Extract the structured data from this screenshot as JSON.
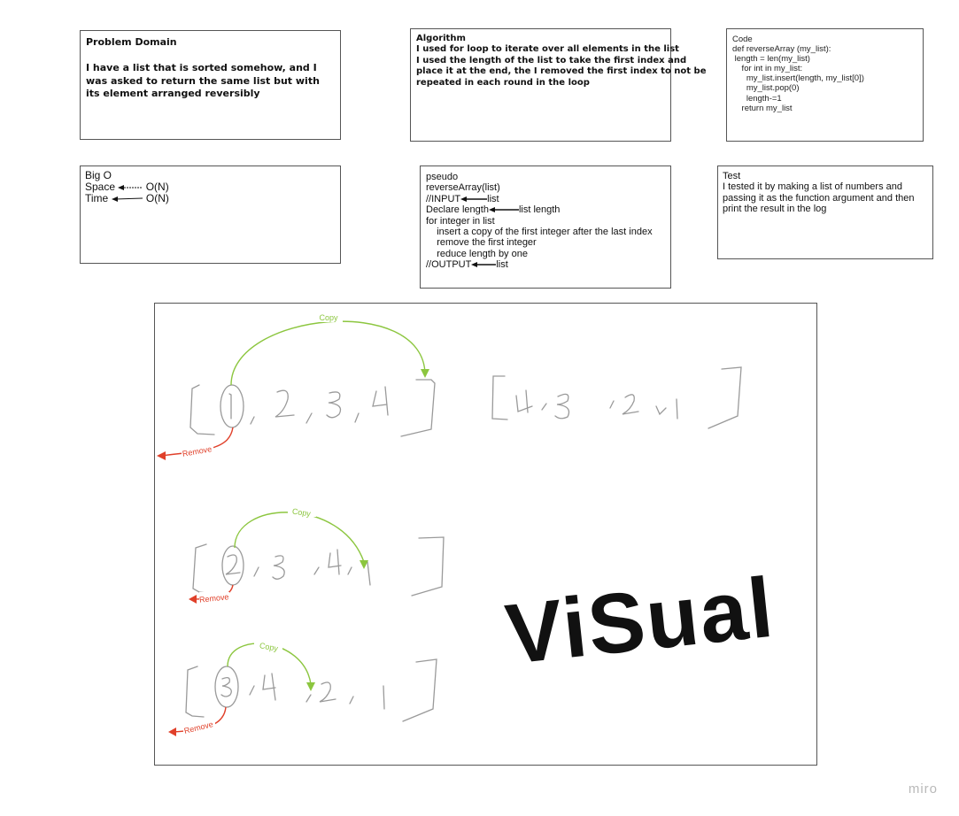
{
  "problem_domain": {
    "title": "Problem Domain",
    "body": "I have a list that is sorted somehow, and I was asked to return the same list but with its element arranged reversibly"
  },
  "algorithm": {
    "lines": [
      "Algorithm",
      "I used for loop to iterate over all elements in the list",
      "I used the length of the list to take the first index and",
      "place it at the end, the I removed the first index to not be",
      "repeated in each round in the loop"
    ]
  },
  "code": {
    "lines": [
      "Code",
      "",
      "def reverseArray (my_list):",
      " length = len(my_list)",
      "    for int in my_list:",
      "      my_list.insert(length, my_list[0])",
      "      my_list.pop(0)",
      "      length-=1",
      "    return my_list"
    ]
  },
  "big_o": {
    "title": "Big O",
    "space_label": "Space",
    "space_value": "O(N)",
    "time_label": "Time",
    "time_value": "O(N)"
  },
  "pseudo": {
    "title": "pseudo",
    "fn": "reverseArray(list)",
    "input_label": "//INPUT",
    "input_value": "list",
    "declare_label": "Declare length",
    "declare_value": "list length",
    "loop": "for integer in list",
    "step1": "    insert a copy of the first integer after the last index",
    "step2": "    remove the first integer",
    "step3": "    reduce length by one",
    "output_label": "//OUTPUT",
    "output_value": "list"
  },
  "test": {
    "lines": [
      "Test",
      "I tested it by making a list of numbers and",
      "passing it as the function argument and then",
      "print the result in the log"
    ]
  },
  "visual": {
    "title": "ViSual",
    "copy_label": "Copy",
    "remove_label": "Remove",
    "row1_left": "[ (1), 2, 3, 4 ]",
    "row1_right": "[ 4, 3, 2, 1 ]",
    "row2": "[ (2), 3, 4, 1 ]",
    "row3": "[ (3), 4, 2, 1 ]",
    "colors": {
      "copy": "#8cc63f",
      "remove": "#e0402a",
      "sketch": "#9a9a9a",
      "ink": "#111111"
    }
  },
  "watermark": "miro"
}
